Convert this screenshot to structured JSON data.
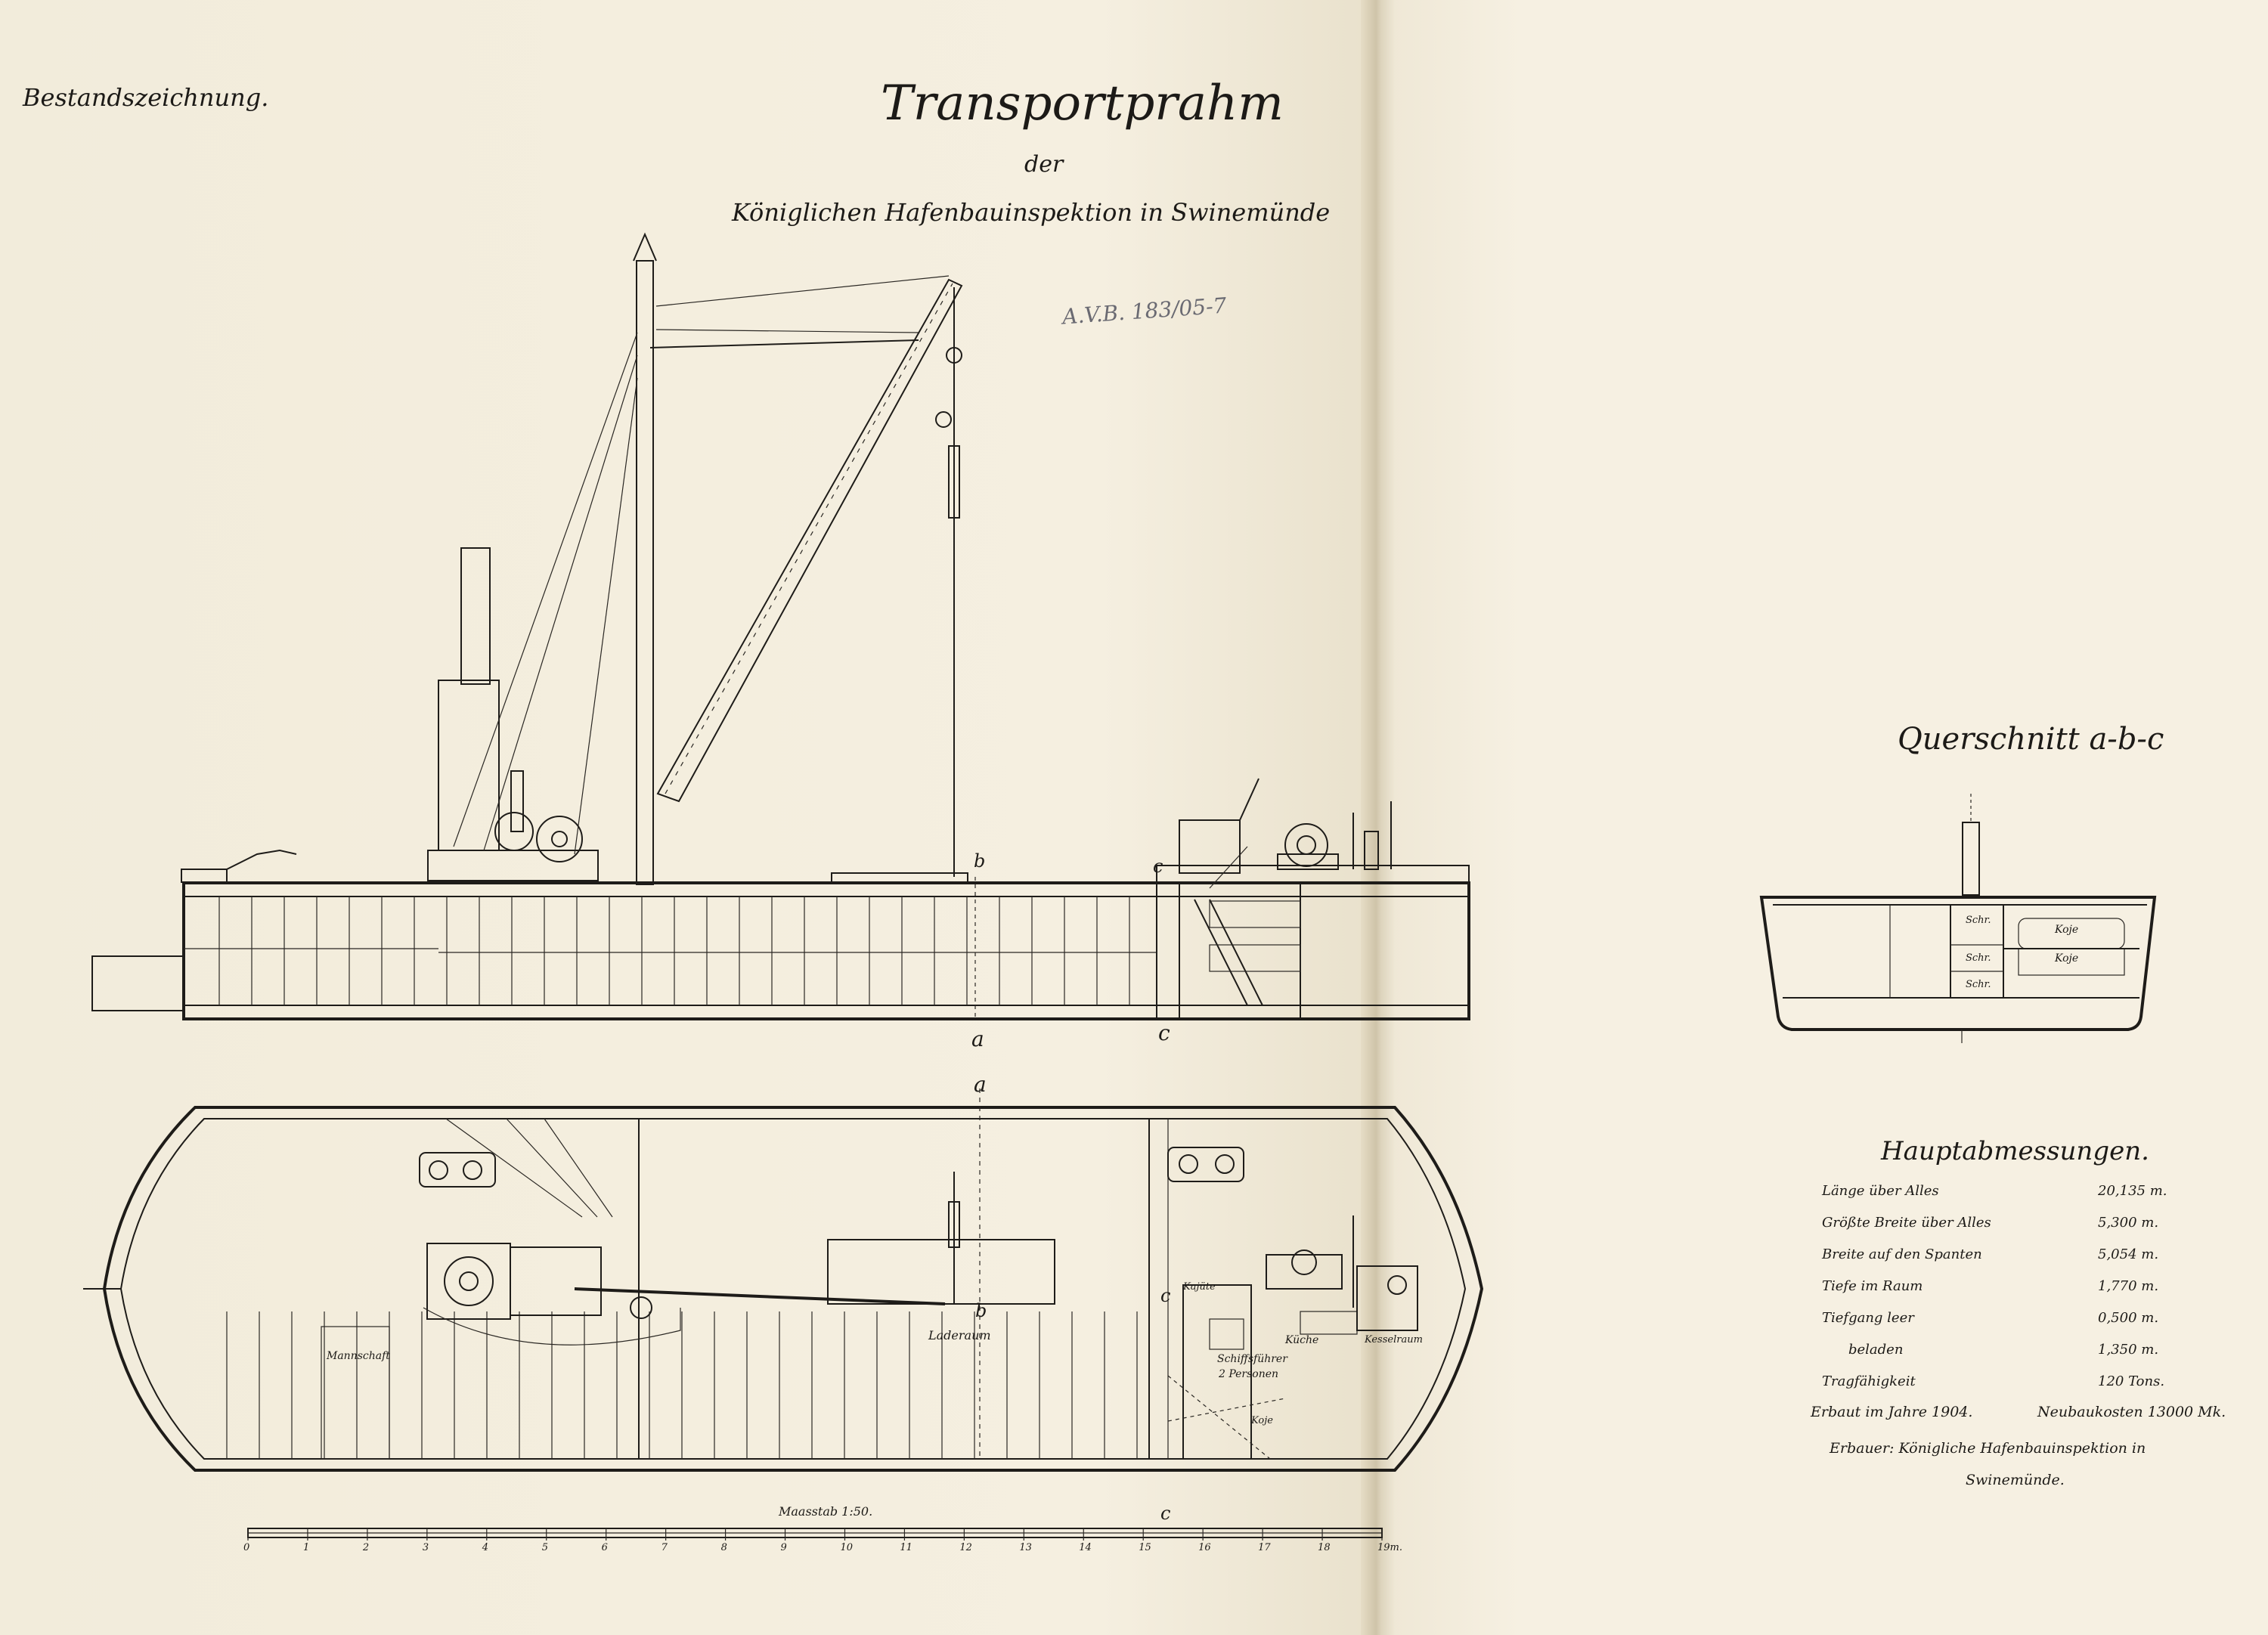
{
  "header": {
    "stamp": "Bestandszeichnung.",
    "title": "Transportprahm",
    "sub1": "der",
    "sub2": "Königlichen Hafenbauinspektion in Swinemünde",
    "archive": "A.V.B. 183/05-7"
  },
  "section": {
    "title": "Querschnitt a-b-c",
    "labels": [
      "Koje",
      "Koje",
      "Schr.",
      "Schr.",
      "Schr."
    ]
  },
  "side_view_labels": {
    "a": "a",
    "b": "b",
    "c": "c"
  },
  "plan_labels": {
    "cargo": "Laderaum",
    "crew": "Mannschaft",
    "kitchen": "Küche",
    "skipper": "Schiffsführer",
    "skipper_sub": "2 Personen",
    "cabin": "Kajüte",
    "berth": "Koje",
    "heater": "Kesselraum",
    "a": "a",
    "b": "b",
    "c": "c",
    "scale_caption": "Maasstab 1:50."
  },
  "scale_ticks": [
    "0",
    "1",
    "2",
    "3",
    "4",
    "5",
    "6",
    "7",
    "8",
    "9",
    "10",
    "11",
    "12",
    "13",
    "14",
    "15",
    "16",
    "17",
    "18",
    "19m."
  ],
  "dims": {
    "title": "Hauptabmessungen.",
    "rows": [
      {
        "label": "Länge über Alles",
        "value": "20,135 m."
      },
      {
        "label": "Größte Breite über Alles",
        "value": "5,300 m."
      },
      {
        "label": "Breite auf den Spanten",
        "value": "5,054 m."
      },
      {
        "label": "Tiefe im Raum",
        "value": "1,770 m."
      },
      {
        "label": "Tiefgang leer",
        "value": "0,500 m."
      },
      {
        "label": "beladen",
        "value": "1,350 m."
      },
      {
        "label": "Tragfähigkeit",
        "value": "120 Tons."
      }
    ],
    "built": "Erbaut im Jahre 1904.",
    "cost": "Neubaukosten 13000 Mk.",
    "builder1": "Erbauer: Königliche Hafenbauinspektion in",
    "builder2": "Swinemünde."
  }
}
